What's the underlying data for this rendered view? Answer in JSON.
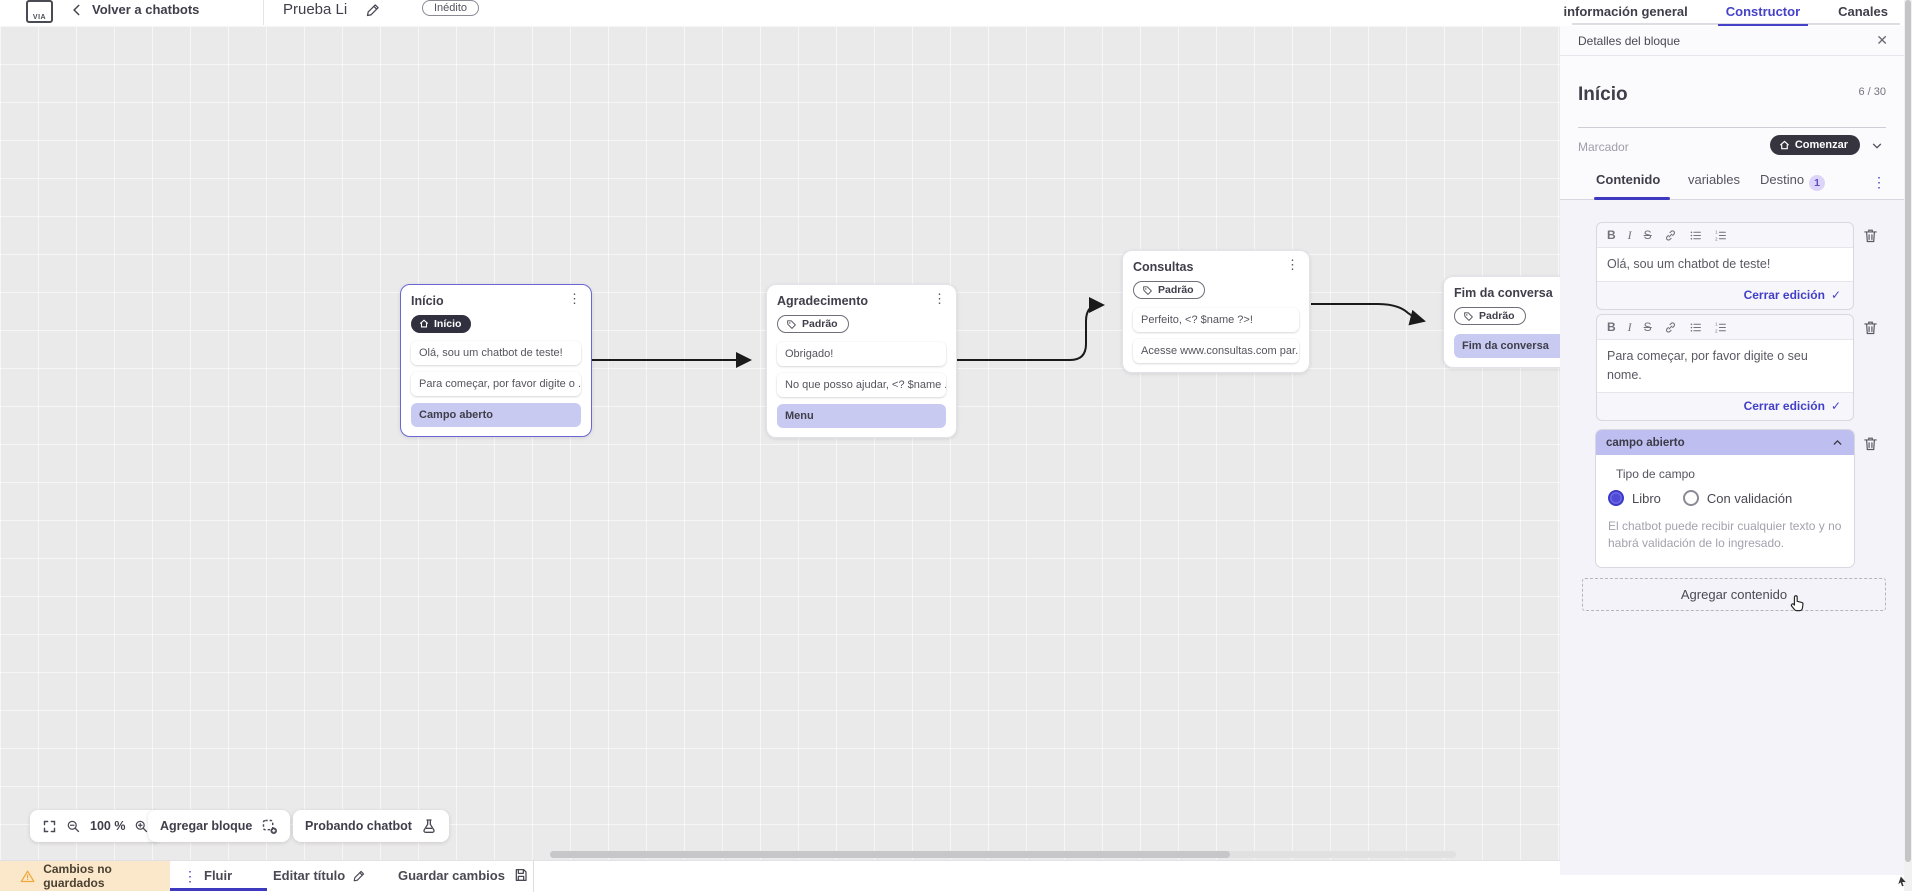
{
  "header": {
    "back_label": "Volver a chatbots",
    "title": "Prueba Li",
    "status_badge": "Inédito",
    "tabs": [
      {
        "label": "información general",
        "active": false
      },
      {
        "label": "Constructor",
        "active": true
      },
      {
        "label": "Canales",
        "active": false
      }
    ]
  },
  "canvas": {
    "zoom_level": "100 %",
    "add_block_label": "Agregar bloque",
    "test_chatbot_label": "Probando chatbot",
    "blocks": [
      {
        "title": "Início",
        "badge": "Início",
        "items": [
          {
            "text": "Olá, sou um chatbot de teste!"
          },
          {
            "text": "Para começar, por favor digite o ..."
          },
          {
            "text": "Campo aberto"
          }
        ]
      },
      {
        "title": "Agradecimento",
        "badge": "Padrão",
        "items": [
          {
            "text": "Obrigado!"
          },
          {
            "text": "No que posso ajudar, <? $name ..."
          },
          {
            "text": "Menu"
          }
        ]
      },
      {
        "title": "Consultas",
        "badge": "Padrão",
        "items": [
          {
            "text": "Perfeito, <? $name ?>!"
          },
          {
            "text": "Acesse www.consultas.com par..."
          }
        ]
      },
      {
        "title": "Fim da conversa",
        "badge": "Padrão",
        "items": [
          {
            "text": "Fim da conversa"
          }
        ]
      }
    ]
  },
  "panel": {
    "header": "Detalles del bloque",
    "block_title": "Início",
    "title_counter": "6 / 30",
    "marker_label": "Marcador",
    "marker_value": "Comenzar",
    "tabs": [
      {
        "label": "Contenido",
        "active": true
      },
      {
        "label": "variables",
        "active": false
      },
      {
        "label": "Destino",
        "active": false,
        "badge": "1"
      }
    ],
    "editors": [
      {
        "text": "Olá, sou um chatbot de teste!",
        "close_label": "Cerrar edición"
      },
      {
        "text": "Para começar, por favor digite o seu nome.",
        "close_label": "Cerrar edición"
      }
    ],
    "field_section": {
      "header": "campo abierto",
      "type_label": "Tipo de campo",
      "options": [
        {
          "label": "Libro",
          "selected": true
        },
        {
          "label": "Con validación",
          "selected": false
        }
      ],
      "helper": "El chatbot puede recibir cualquier texto y no habrá validación de lo ingresado."
    },
    "add_content_label": "Agregar contenido"
  },
  "footer": {
    "unsaved_label": "Cambios no guardados",
    "flow_tab": "Fluir",
    "edit_title_label": "Editar título",
    "save_label": "Guardar cambios"
  },
  "icons": {
    "logo_text": "VIA",
    "kebab": "⋮",
    "close": "✕",
    "check": "✓",
    "bold": "B",
    "italic": "I",
    "strike": "S"
  },
  "colors": {
    "accent_blue": "#4542c8",
    "highlight_lavender": "#c9caf2",
    "dark_pill": "#30303f",
    "warning_bg": "#fbe7ca",
    "warning_icon": "#eda93c"
  }
}
